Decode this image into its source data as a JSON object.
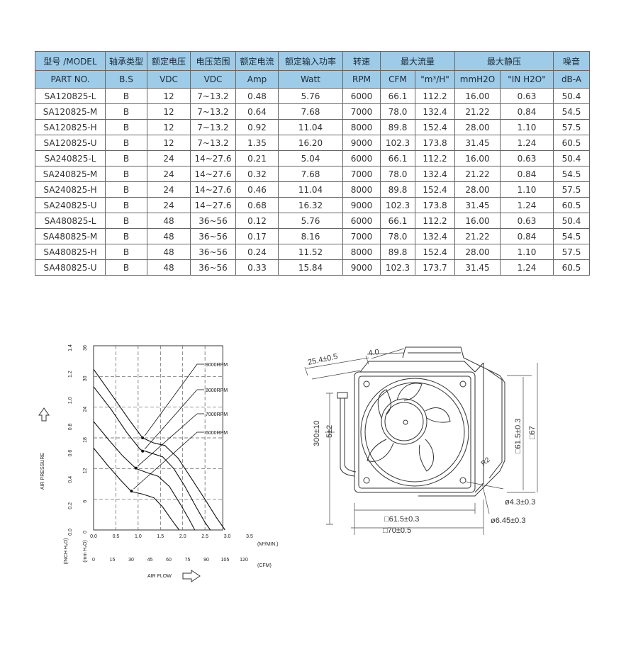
{
  "table": {
    "header_top": [
      "型号 /MODEL",
      "轴承类型",
      "额定电压",
      "电压范围",
      "额定电流",
      "额定输入功率",
      "转速",
      "最大流量",
      "最大静压",
      "噪音"
    ],
    "header_sub": [
      "PART NO.",
      "B.S",
      "VDC",
      "VDC",
      "Amp",
      "Watt",
      "RPM",
      "CFM",
      "\"m³/H\"",
      "mmH2O",
      "\"IN H2O\"",
      "dB-A"
    ],
    "rows": [
      [
        "SA120825-L",
        "B",
        "12",
        "7~13.2",
        "0.48",
        "5.76",
        "6000",
        "66.1",
        "112.2",
        "16.00",
        "0.63",
        "50.4"
      ],
      [
        "SA120825-M",
        "B",
        "12",
        "7~13.2",
        "0.64",
        "7.68",
        "7000",
        "78.0",
        "132.4",
        "21.22",
        "0.84",
        "54.5"
      ],
      [
        "SA120825-H",
        "B",
        "12",
        "7~13.2",
        "0.92",
        "11.04",
        "8000",
        "89.8",
        "152.4",
        "28.00",
        "1.10",
        "57.5"
      ],
      [
        "SA120825-U",
        "B",
        "12",
        "7~13.2",
        "1.35",
        "16.20",
        "9000",
        "102.3",
        "173.8",
        "31.45",
        "1.24",
        "60.5"
      ],
      [
        "SA240825-L",
        "B",
        "24",
        "14~27.6",
        "0.21",
        "5.04",
        "6000",
        "66.1",
        "112.2",
        "16.00",
        "0.63",
        "50.4"
      ],
      [
        "SA240825-M",
        "B",
        "24",
        "14~27.6",
        "0.32",
        "7.68",
        "7000",
        "78.0",
        "132.4",
        "21.22",
        "0.84",
        "54.5"
      ],
      [
        "SA240825-H",
        "B",
        "24",
        "14~27.6",
        "0.46",
        "11.04",
        "8000",
        "89.8",
        "152.4",
        "28.00",
        "1.10",
        "57.5"
      ],
      [
        "SA240825-U",
        "B",
        "24",
        "14~27.6",
        "0.68",
        "16.32",
        "9000",
        "102.3",
        "173.8",
        "31.45",
        "1.24",
        "60.5"
      ],
      [
        "SA480825-L",
        "B",
        "48",
        "36~56",
        "0.12",
        "5.76",
        "6000",
        "66.1",
        "112.2",
        "16.00",
        "0.63",
        "50.4"
      ],
      [
        "SA480825-M",
        "B",
        "48",
        "36~56",
        "0.17",
        "8.16",
        "7000",
        "78.0",
        "132.4",
        "21.22",
        "0.84",
        "54.5"
      ],
      [
        "SA480825-H",
        "B",
        "48",
        "36~56",
        "0.24",
        "11.52",
        "8000",
        "89.8",
        "152.4",
        "28.00",
        "1.10",
        "57.5"
      ],
      [
        "SA480825-U",
        "B",
        "48",
        "36~56",
        "0.33",
        "15.84",
        "9000",
        "102.3",
        "173.7",
        "31.45",
        "1.24",
        "60.5"
      ]
    ]
  },
  "chart_data": {
    "type": "line",
    "title": "",
    "ylabel": "AIR PRESSURE",
    "xlabel": "AIR FLOW",
    "y_unit_inch": "(INCH H₂O)",
    "y_unit_mm": "(mm H₂O)",
    "x_unit_m3": "(M³/MIN.)",
    "x_unit_cfm": "(CFM)",
    "x_ticks_m3": [
      "0.0",
      "0.5",
      "1.0",
      "1.5",
      "2.0",
      "2.5",
      "3.0",
      "3.5"
    ],
    "x_ticks_cfm": [
      "0",
      "15",
      "30",
      "45",
      "60",
      "75",
      "90",
      "105",
      "120"
    ],
    "y_ticks_inch": [
      "0.0",
      "0.2",
      "0.4",
      "0.6",
      "0.8",
      "1.0",
      "1.2",
      "1.4"
    ],
    "y_ticks_mm": [
      "0",
      "6",
      "12",
      "18",
      "24",
      "30",
      "36"
    ],
    "xlim": [
      0,
      3.5
    ],
    "ylim": [
      0,
      36
    ],
    "grid": true,
    "series": [
      {
        "name": "9000RPM",
        "points": [
          [
            0,
            31.4
          ],
          [
            0.4,
            26.5
          ],
          [
            0.8,
            21.5
          ],
          [
            1.1,
            18
          ],
          [
            1.35,
            17
          ],
          [
            1.6,
            16.5
          ],
          [
            1.9,
            14
          ],
          [
            2.2,
            10
          ],
          [
            2.5,
            6
          ],
          [
            2.75,
            2.5
          ],
          [
            2.95,
            0
          ]
        ]
      },
      {
        "name": "8000RPM",
        "points": [
          [
            0,
            28
          ],
          [
            0.4,
            23.5
          ],
          [
            0.75,
            19
          ],
          [
            1.05,
            15.7
          ],
          [
            1.3,
            15
          ],
          [
            1.55,
            14.3
          ],
          [
            1.8,
            12
          ],
          [
            2.05,
            8.5
          ],
          [
            2.3,
            4.5
          ],
          [
            2.5,
            1.5
          ],
          [
            2.62,
            0
          ]
        ]
      },
      {
        "name": "7000RPM",
        "points": [
          [
            0,
            21.2
          ],
          [
            0.35,
            17.5
          ],
          [
            0.65,
            14.5
          ],
          [
            0.95,
            12
          ],
          [
            1.2,
            11.2
          ],
          [
            1.45,
            10.5
          ],
          [
            1.7,
            8.5
          ],
          [
            1.95,
            5
          ],
          [
            2.15,
            2
          ],
          [
            2.27,
            0
          ]
        ]
      },
      {
        "name": "6000RPM",
        "points": [
          [
            0,
            16
          ],
          [
            0.3,
            12.8
          ],
          [
            0.6,
            9.8
          ],
          [
            0.85,
            7.5
          ],
          [
            1.1,
            7
          ],
          [
            1.35,
            6.3
          ],
          [
            1.55,
            4.5
          ],
          [
            1.75,
            2
          ],
          [
            1.92,
            0
          ]
        ]
      }
    ]
  },
  "drawing": {
    "dimensions": [
      "25.4±0.5",
      "4.0",
      "300±10",
      "5±2",
      "□61.5±0.3",
      "□67",
      "ø4.3±0.3",
      "□61.5±0.3",
      "□70±0.5",
      "ø6.45±0.3",
      "R2"
    ]
  }
}
